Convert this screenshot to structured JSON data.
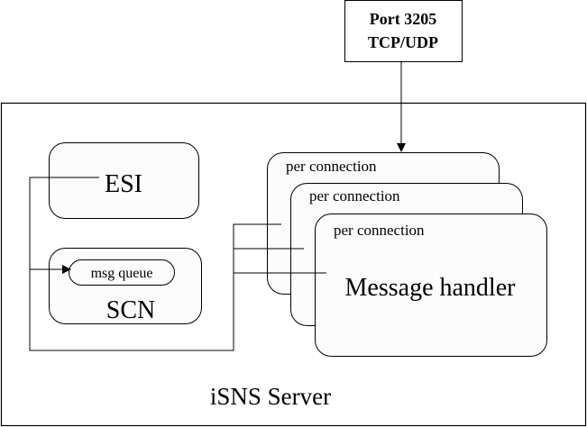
{
  "diagram": {
    "port_box": {
      "line1": "Port 3205",
      "line2": "TCP/UDP"
    },
    "server": {
      "label": "iSNS Server"
    },
    "esi": {
      "label": "ESI"
    },
    "scn": {
      "label": "SCN",
      "queue_label": "msg queue"
    },
    "connections": [
      {
        "label": "per connection"
      },
      {
        "label": "per connection"
      },
      {
        "label": "per connection",
        "handler_label": "Message handler"
      }
    ],
    "colors": {
      "stroke": "#000000",
      "box_fill": "#fcfcfc",
      "background": "#ffffff"
    }
  }
}
